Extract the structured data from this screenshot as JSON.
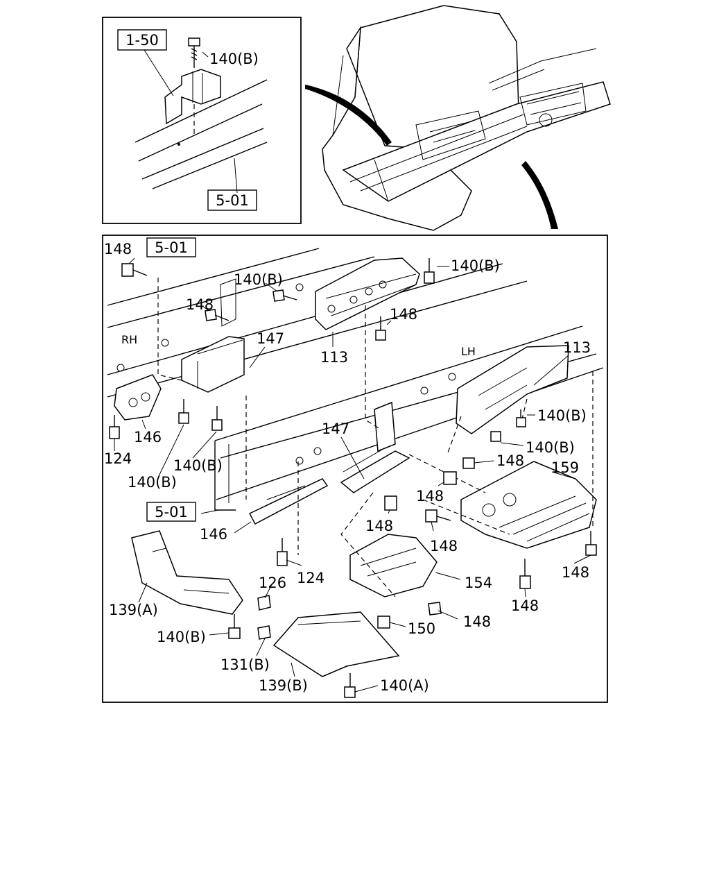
{
  "refs": {
    "inset_top": "1-50",
    "inset_bottom": "5-01",
    "main_top": "5-01",
    "main_left": "5-01"
  },
  "sides": {
    "rh": "RH",
    "lh": "LH"
  },
  "labels": {
    "inset_140b": "140(B)",
    "l148_a": "148",
    "l140b_a": "140(B)",
    "l148_b": "148",
    "l140b_b": "140(B)",
    "l148_c": "148",
    "l147_a": "147",
    "l113_a": "113",
    "l113_b": "113",
    "l146_a": "146",
    "l124_a": "124",
    "l140b_c": "140(B)",
    "l140b_d": "140(B)",
    "l147_b": "147",
    "l140b_e": "140(B)",
    "l140b_f": "140(B)",
    "l148_d": "148",
    "l159": "159",
    "l148_e": "148",
    "l148_f": "148",
    "l148_g": "148",
    "l146_b": "146",
    "l124_b": "124",
    "l126": "126",
    "l154": "154",
    "l148_h": "148",
    "l148_i": "148",
    "l139a": "139(A)",
    "l140b_g": "140(B)",
    "l150": "150",
    "l148_j": "148",
    "l131b": "131(B)",
    "l139b": "139(B)",
    "l140a": "140(A)"
  }
}
